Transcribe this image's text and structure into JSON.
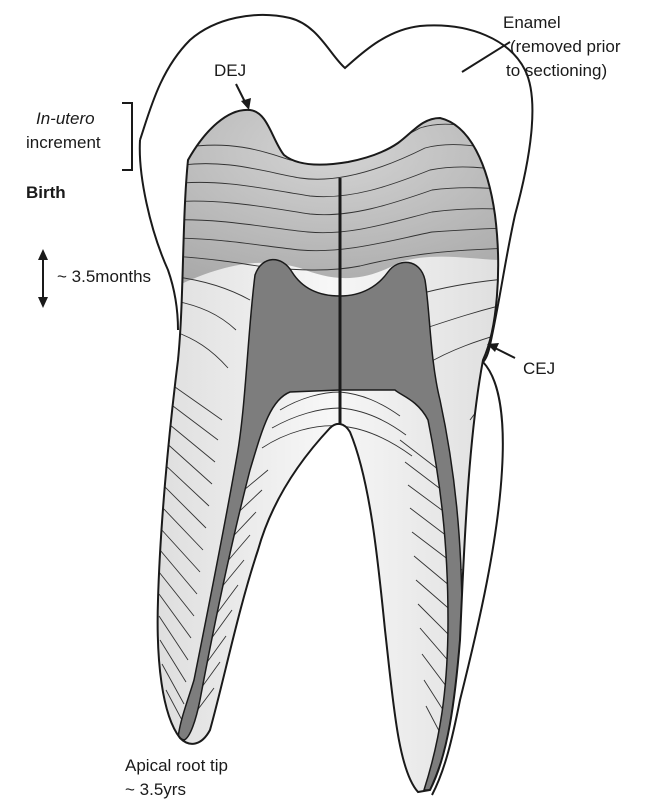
{
  "diagram": {
    "labels": {
      "enamel_line1": "Enamel",
      "enamel_line2": "(removed prior",
      "enamel_line3": "to sectioning)",
      "dej": "DEJ",
      "in_utero": "In-utero",
      "increment": "increment",
      "birth": "Birth",
      "interval": "~ 3.5months",
      "cej": "CEJ",
      "apical_line1": "Apical root tip",
      "apical_line2": "~ 3.5yrs"
    },
    "colors": {
      "outline": "#1a1a1a",
      "crown_dentine": "#b9b9b9",
      "root_dentine": "#ededed",
      "pulp": "#7d7d7d",
      "background": "#ffffff"
    }
  }
}
